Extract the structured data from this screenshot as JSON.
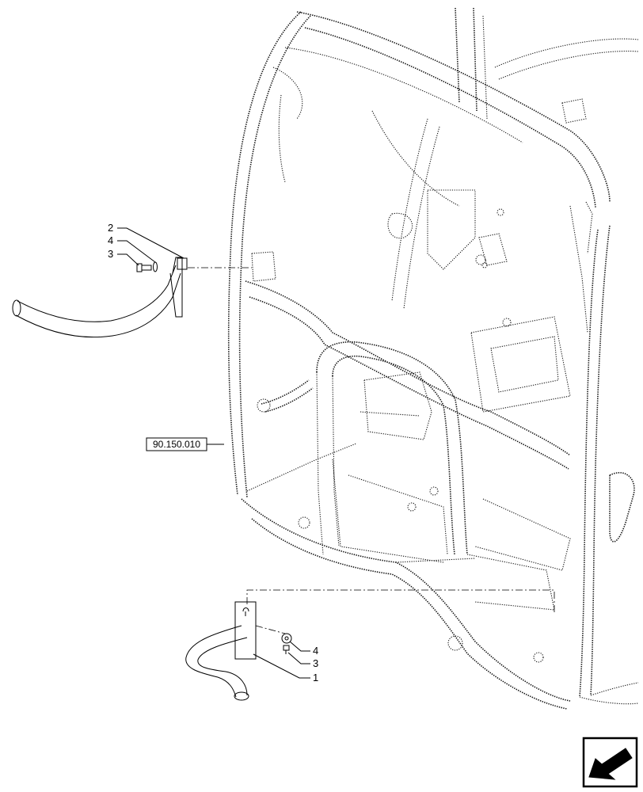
{
  "callouts": {
    "upper_handle": {
      "part": "2",
      "bolt": "3",
      "washer": "4"
    },
    "lower_handle": {
      "part": "1",
      "bolt": "3",
      "washer": "4"
    }
  },
  "reference_box": {
    "label": "90.150.010"
  },
  "nav_icon": "back-arrow-icon"
}
